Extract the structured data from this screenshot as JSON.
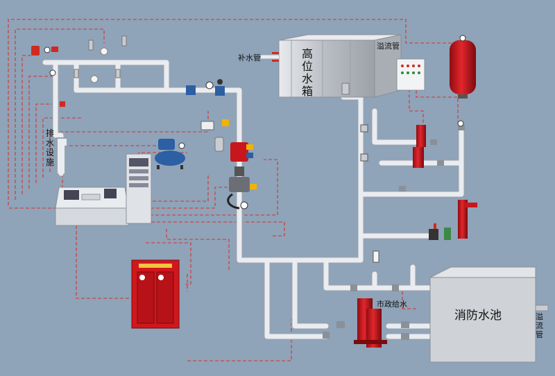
{
  "labels": {
    "tank_chars": [
      "高",
      "位",
      "水",
      "箱"
    ],
    "makeup_pipe": "补水管",
    "overflow_top": "溢流管",
    "drain_chars": [
      "排",
      "水",
      "设",
      "施"
    ],
    "municipal": "市政给水",
    "pool": "消防水池",
    "overflow_side_chars": [
      "溢",
      "流",
      "管"
    ]
  },
  "colors": {
    "background": "#8fa3b9",
    "pipe": "#e6e9ee",
    "pipe_edge": "#9aa3ad",
    "pump_red": "#c8161d",
    "signal_dash": "#d9302a",
    "tank_steel": "#c9ccd1",
    "pool_steel": "#cfd2d6",
    "cabinet": "#d0181c",
    "valve_blue": "#2c5fa3",
    "valve_green": "#3a8a45"
  },
  "icons": {
    "sprinkler": "sprinkler-head-icon",
    "smoke_detector": "smoke-detector-icon",
    "pump": "pump-icon",
    "valve": "gate-valve-icon",
    "gauge": "pressure-gauge-icon",
    "compressor": "air-compressor-icon",
    "hydrant": "fire-hydrant-icon",
    "check_valve": "check-valve-icon",
    "pressure_tank": "pressure-tank-icon",
    "control_panel": "control-panel-icon",
    "cabinet": "electrical-cabinet-icon"
  }
}
